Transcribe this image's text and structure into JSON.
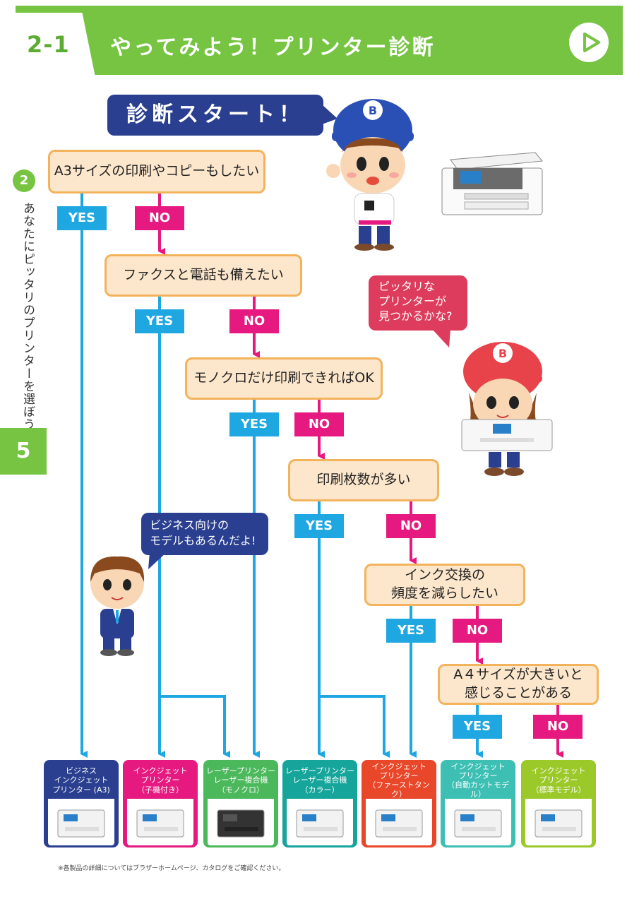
{
  "header": {
    "number": "2-1",
    "title": "やってみよう！プリンター診断"
  },
  "side": {
    "chapter": "2",
    "chapter_title": "あなたにピッタリのプリンターを選ぼう",
    "page": "5"
  },
  "start": "診断スタート！",
  "questions": {
    "q1": "A3サイズの印刷やコピーもしたい",
    "q2": "ファクスと電話も備えたい",
    "q3": "モノクロだけ印刷できればOK",
    "q4": "印刷枚数が多い",
    "q5": [
      "インク交換の",
      "頻度を減らしたい"
    ],
    "q6": [
      "A４サイズが大きいと",
      "感じることがある"
    ]
  },
  "answers": {
    "yes": "YES",
    "no": "NO"
  },
  "bubbles": {
    "girl": [
      "ピッタリな",
      "プリンターが",
      "見つかるかな?"
    ],
    "boy": [
      "ビジネス向けの",
      "モデルもあるんだよ!"
    ]
  },
  "products": [
    {
      "lines": [
        "ビジネス",
        "インクジェット",
        "プリンター (A3)"
      ],
      "color": "#2a3f90"
    },
    {
      "lines": [
        "インクジェット",
        "プリンター",
        "（子機付き）"
      ],
      "color": "#e5197f"
    },
    {
      "lines": [
        "レーザープリンター",
        "レーザー複合機",
        "（モノクロ）"
      ],
      "color": "#4cb85c"
    },
    {
      "lines": [
        "レーザープリンター",
        "レーザー複合機",
        "（カラー）"
      ],
      "color": "#16a59b"
    },
    {
      "lines": [
        "インクジェット",
        "プリンター",
        "（ファーストタンク）"
      ],
      "color": "#e8472a"
    },
    {
      "lines": [
        "インクジェット",
        "プリンター",
        "（自動カットモデル）"
      ],
      "color": "#3dbfb4"
    },
    {
      "lines": [
        "インクジェット",
        "プリンター",
        "（標準モデル）"
      ],
      "color": "#9cc92a"
    }
  ],
  "mascot_logo": "B",
  "footnote": "※各製品の詳細についてはブラザーホームページ、カタログをご確認ください。",
  "colors": {
    "green": "#76c442",
    "yes": "#1ea7e1",
    "no": "#e5197f",
    "navy": "#2a3f90",
    "box_fill": "#fde7cc",
    "box_border": "#f3b35c"
  }
}
